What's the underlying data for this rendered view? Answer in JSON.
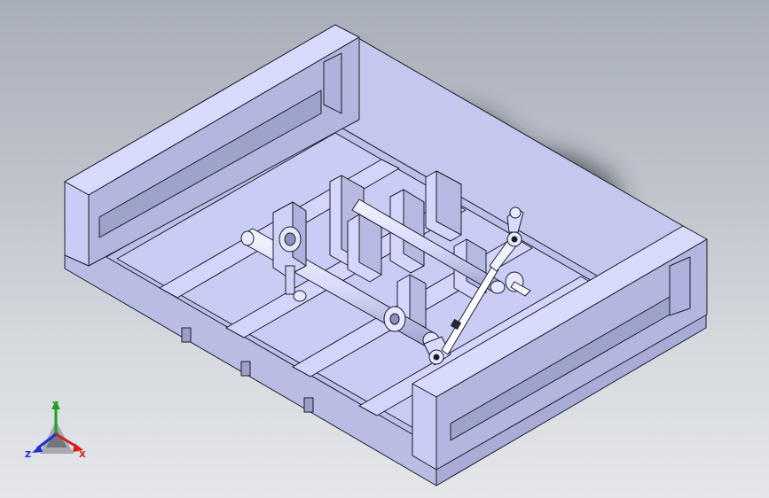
{
  "view": {
    "background_top": "#a8aeb8",
    "background_bottom": "#e4e6ea",
    "model_color": "#c9ccf4",
    "edge_color": "#1c1d28"
  },
  "triad": {
    "x_label": "X",
    "y_label": "Y",
    "z_label": "Z",
    "x_color": "#d42020",
    "y_color": "#20a020",
    "z_color": "#2030d0"
  }
}
